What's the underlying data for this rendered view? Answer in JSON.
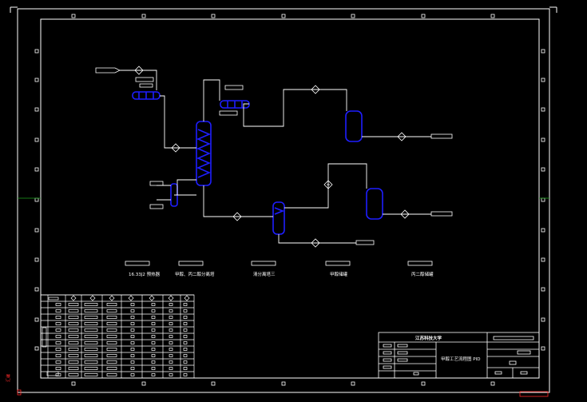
{
  "drawing": {
    "equipment_labels": [
      "16.33J2 预热器",
      "甲醇、丙二醇分离塔",
      "清分离塔三",
      "甲醇储罐",
      "丙二醇储罐"
    ],
    "title_block": {
      "school": "江苏科技大学",
      "drawing_title": "甲醇工艺流程图 PID"
    },
    "margin_note": "汇编"
  },
  "colors": {
    "background": "#000000",
    "line": "#ffffff",
    "equipment": "#1e1eff",
    "accent": "#ff2a2a"
  }
}
